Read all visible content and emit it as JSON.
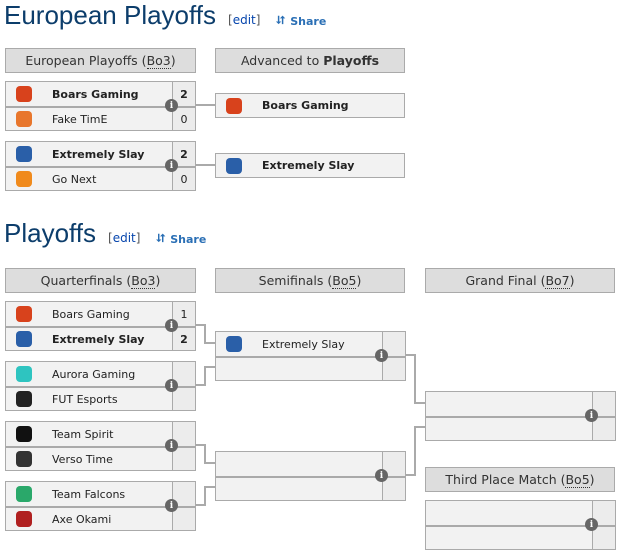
{
  "sections": [
    {
      "title": "European Playoffs",
      "edit": "edit",
      "share": "Share"
    },
    {
      "title": "Playoffs",
      "edit": "edit",
      "share": "Share"
    }
  ],
  "european": {
    "header_round": "European Playoffs (",
    "header_bo": "Bo3",
    "header_close": ")",
    "advanced_prefix": "Advanced to ",
    "advanced_bold": "Playoffs",
    "matches": [
      {
        "teams": [
          {
            "name": "Boars Gaming",
            "score": "2",
            "win": true,
            "color": "#d8421c"
          },
          {
            "name": "Fake TimE",
            "score": "0",
            "win": false,
            "color": "#e8762c"
          }
        ]
      },
      {
        "teams": [
          {
            "name": "Extremely Slay",
            "score": "2",
            "win": true,
            "color": "#2a5fa8"
          },
          {
            "name": "Go Next",
            "score": "0",
            "win": false,
            "color": "#f08a1c"
          }
        ]
      }
    ],
    "advanced": [
      {
        "name": "Boars Gaming",
        "color": "#d8421c"
      },
      {
        "name": "Extremely Slay",
        "color": "#2a5fa8"
      }
    ]
  },
  "playoffs": {
    "headers": [
      {
        "label": "Quarterfinals (",
        "bo": "Bo3"
      },
      {
        "label": "Semifinals (",
        "bo": "Bo5"
      },
      {
        "label": "Grand Final (",
        "bo": "Bo7"
      },
      {
        "label": "Third Place Match (",
        "bo": "Bo5"
      }
    ],
    "quarterfinals": [
      {
        "teams": [
          {
            "name": "Boars Gaming",
            "score": "1",
            "win": false,
            "color": "#d8421c"
          },
          {
            "name": "Extremely Slay",
            "score": "2",
            "win": true,
            "color": "#2a5fa8"
          }
        ]
      },
      {
        "teams": [
          {
            "name": "Aurora Gaming",
            "score": "",
            "win": false,
            "color": "#2ec4c0"
          },
          {
            "name": "FUT Esports",
            "score": "",
            "win": false,
            "color": "#222222"
          }
        ]
      },
      {
        "teams": [
          {
            "name": "Team Spirit",
            "score": "",
            "win": false,
            "color": "#111111"
          },
          {
            "name": "Verso Time",
            "score": "",
            "win": false,
            "color": "#333333"
          }
        ]
      },
      {
        "teams": [
          {
            "name": "Team Falcons",
            "score": "",
            "win": false,
            "color": "#2aa86a"
          },
          {
            "name": "Axe Okami",
            "score": "",
            "win": false,
            "color": "#b02020"
          }
        ]
      }
    ],
    "semifinals": [
      {
        "teams": [
          {
            "name": "Extremely Slay",
            "score": "",
            "win": false,
            "color": "#2a5fa8"
          },
          {
            "name": "",
            "score": "",
            "win": false,
            "color": ""
          }
        ]
      },
      {
        "teams": [
          {
            "name": "",
            "score": "",
            "win": false,
            "color": ""
          },
          {
            "name": "",
            "score": "",
            "win": false,
            "color": ""
          }
        ]
      }
    ],
    "grand_final": [
      {
        "teams": [
          {
            "name": "",
            "score": "",
            "color": ""
          },
          {
            "name": "",
            "score": "",
            "color": ""
          }
        ]
      }
    ],
    "third_place": [
      {
        "teams": [
          {
            "name": "",
            "score": "",
            "color": ""
          },
          {
            "name": "",
            "score": "",
            "color": ""
          }
        ]
      }
    ]
  }
}
